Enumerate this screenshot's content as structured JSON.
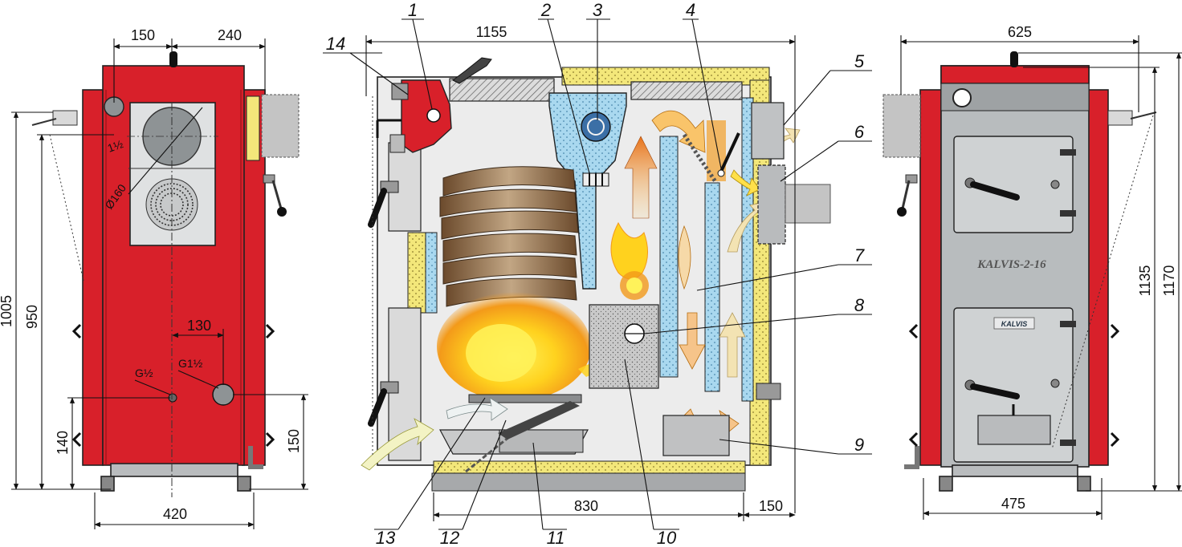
{
  "rear_view": {
    "dims": {
      "top_left": "150",
      "top_right": "240",
      "flue_dia": "Ø160",
      "flue_thread": "1½",
      "height_total": "1005",
      "height_950": "950",
      "pipe_spacing": "130",
      "pipe_g_half": "G½",
      "pipe_g_one_half": "G1½",
      "height_140": "140",
      "height_150": "150",
      "width_bottom": "420"
    }
  },
  "section_view": {
    "dims": {
      "width_total": "1155",
      "width_830": "830",
      "width_150": "150"
    },
    "callouts": [
      "1",
      "2",
      "3",
      "4",
      "5",
      "6",
      "7",
      "8",
      "9",
      "10",
      "11",
      "12",
      "13",
      "14"
    ]
  },
  "front_view": {
    "dims": {
      "width_top": "625",
      "height_1135": "1135",
      "height_1170": "1170",
      "width_bottom": "475"
    },
    "brand_name": "KALVIS-2-16",
    "door_badge": "KALVIS"
  },
  "colors": {
    "boiler_red": "#d8202a",
    "steel_gray": "#b8bcbe",
    "insulation_yellow": "#f3e77a",
    "water_blue": "#a9d8ef",
    "flame_orange": "#f39a1a",
    "wood_brown": "#8a6a48"
  }
}
